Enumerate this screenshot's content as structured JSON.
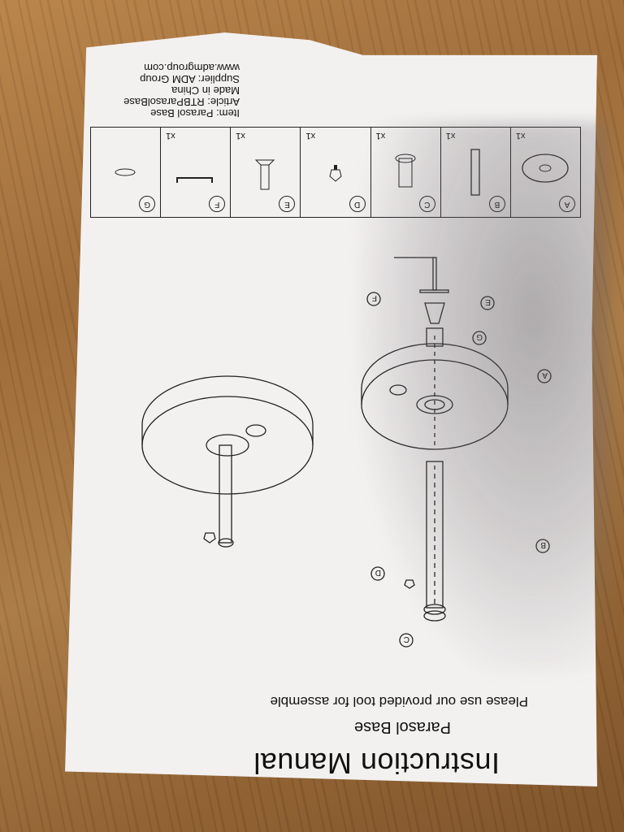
{
  "document": {
    "title": "Instruction Manual",
    "subtitle": "Parasol Base",
    "instruction": "Please use our provided tool for assemble"
  },
  "diagram": {
    "callouts": [
      "A",
      "B",
      "C",
      "D",
      "E",
      "F",
      "G"
    ]
  },
  "parts_table": [
    {
      "label": "A",
      "qty": "x1",
      "icon": "parasol-base-icon"
    },
    {
      "label": "B",
      "qty": "x1",
      "icon": "pole-icon"
    },
    {
      "label": "C",
      "qty": "x1",
      "icon": "collar-icon"
    },
    {
      "label": "D",
      "qty": "x1",
      "icon": "knob-icon"
    },
    {
      "label": "E",
      "qty": "x1",
      "icon": "screw-icon"
    },
    {
      "label": "F",
      "qty": "x1",
      "icon": "hex-key-icon"
    },
    {
      "label": "G",
      "qty": "",
      "icon": "washer-icon"
    }
  ],
  "product_info": {
    "item": "Item: Parasol Base",
    "article": "Article: RTBParasolBase",
    "origin": "Made in China",
    "supplier": "Supplier: ADM Group",
    "website": "www.admgroup.com"
  }
}
